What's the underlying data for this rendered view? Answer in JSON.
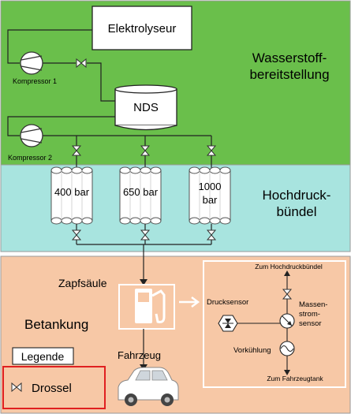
{
  "sections": {
    "supply": {
      "label_line1": "Wasserstoff-",
      "label_line2": "bereitstellung",
      "color": "#6abf4b"
    },
    "bundle": {
      "label_line1": "Hochdruck-",
      "label_line2": "bündel",
      "color": "#a8e4df"
    },
    "fueling": {
      "label": "Betankung",
      "color": "#f7c8a6"
    }
  },
  "components": {
    "electrolyzer": "Elektrolyseur",
    "compressor1": "Kompressor 1",
    "compressor2": "Kompressor 2",
    "nds": "NDS",
    "tank_400": "400 bar",
    "tank_650": "650 bar",
    "tank_1000_line1": "1000",
    "tank_1000_line2": "bar",
    "dispenser": "Zapfsäule",
    "vehicle": "Fahrzeug"
  },
  "detail": {
    "to_bundle": "Zum Hochdruckbündel",
    "pressure_sensor": "Drucksensor",
    "mass_flow_line1": "Massen-",
    "mass_flow_line2": "strom-",
    "mass_flow_line3": "sensor",
    "precooling": "Vorkühlung",
    "to_vehicle_tank": "Zum Fahrzeugtank"
  },
  "legend": {
    "title": "Legende",
    "throttle": "Drossel",
    "border_color": "#e02020"
  }
}
